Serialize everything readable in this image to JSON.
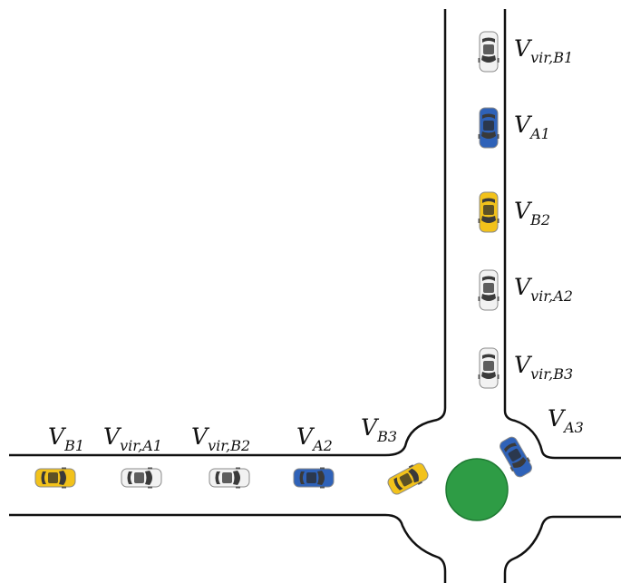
{
  "colors": {
    "road_edge": "#111111",
    "roundabout_island": "#2e9c45",
    "island_edge": "#1f7a33",
    "car_yellow": "#f2c21b",
    "car_blue": "#2f62b8",
    "car_white": "#f2f2f2",
    "window_dark": "#3a3a3a",
    "outline": "#9a9a9a"
  },
  "labels": {
    "v_vir_b1": {
      "main": "V",
      "sub": "vir,B1"
    },
    "v_a1": {
      "main": "V",
      "sub": "A1"
    },
    "v_b2": {
      "main": "V",
      "sub": "B2"
    },
    "v_vir_a2": {
      "main": "V",
      "sub": "vir,A2"
    },
    "v_vir_b3": {
      "main": "V",
      "sub": "vir,B3"
    },
    "v_a3": {
      "main": "V",
      "sub": "A3"
    },
    "v_b1": {
      "main": "V",
      "sub": "B1"
    },
    "v_vir_a1": {
      "main": "V",
      "sub": "vir,A1"
    },
    "v_vir_b2": {
      "main": "V",
      "sub": "vir,B2"
    },
    "v_a2": {
      "main": "V",
      "sub": "A2"
    },
    "v_b3": {
      "main": "V",
      "sub": "B3"
    }
  },
  "vehicles": [
    {
      "id": "vir-b1",
      "color": "car_white"
    },
    {
      "id": "a1",
      "color": "car_blue"
    },
    {
      "id": "b2",
      "color": "car_yellow"
    },
    {
      "id": "vir-a2",
      "color": "car_white"
    },
    {
      "id": "vir-b3",
      "color": "car_white"
    },
    {
      "id": "b1",
      "color": "car_yellow"
    },
    {
      "id": "vir-a1",
      "color": "car_white"
    },
    {
      "id": "vir-b2",
      "color": "car_white"
    },
    {
      "id": "a2",
      "color": "car_blue"
    },
    {
      "id": "b3",
      "color": "car_yellow"
    },
    {
      "id": "a3",
      "color": "car_blue"
    }
  ]
}
